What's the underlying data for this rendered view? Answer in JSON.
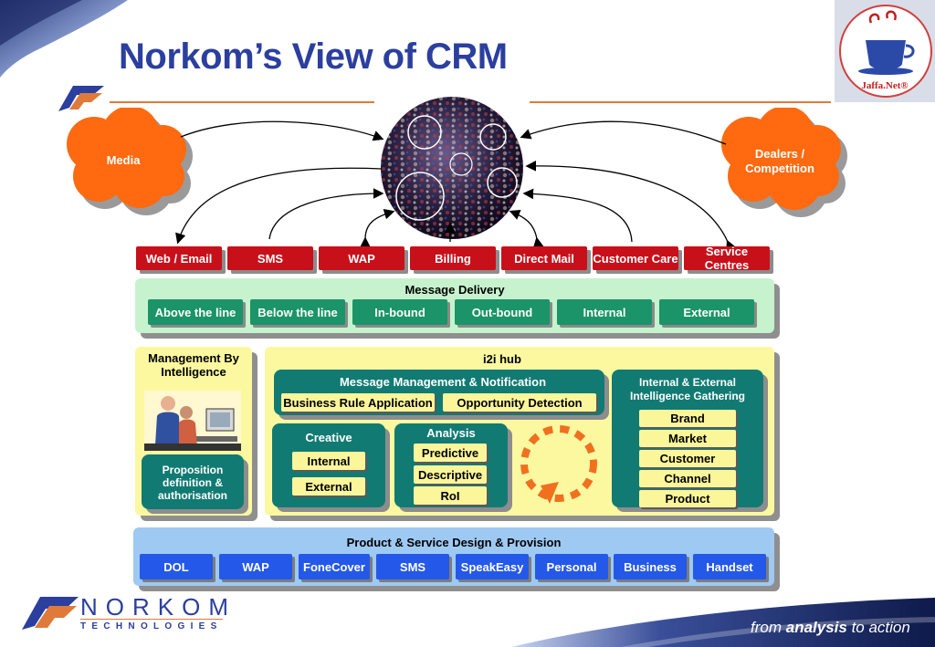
{
  "title": "Norkom’s View of CRM",
  "clouds": {
    "left": "Media",
    "right": "Dealers / Competition"
  },
  "channels": [
    "Web / Email",
    "SMS",
    "WAP",
    "Billing",
    "Direct Mail",
    "Customer Care",
    "Service Centres"
  ],
  "message_delivery": {
    "title": "Message Delivery",
    "items": [
      "Above the line",
      "Below the line",
      "In-bound",
      "Out-bound",
      "Internal",
      "External"
    ]
  },
  "management": {
    "title": "Management By Intelligence",
    "box": "Proposition definition & authorisation"
  },
  "hub": {
    "title": "i2i hub",
    "mm": {
      "title": "Message Management & Notification",
      "items": [
        "Business Rule Application",
        "Opportunity Detection"
      ]
    },
    "creative": {
      "title": "Creative",
      "items": [
        "Internal",
        "External"
      ]
    },
    "analysis": {
      "title": "Analysis",
      "items": [
        "Predictive",
        "Descriptive",
        "RoI"
      ]
    },
    "intel": {
      "title": "Internal & External Intelligence Gathering",
      "items": [
        "Brand",
        "Market",
        "Customer",
        "Channel",
        "Product"
      ]
    }
  },
  "product": {
    "title": "Product & Service Design & Provision",
    "items": [
      "DOL",
      "WAP",
      "FoneCover",
      "SMS",
      "SpeakEasy",
      "Personal",
      "Business",
      "Handset"
    ]
  },
  "logo": {
    "brand": "NORKOM",
    "sub": "TECHNOLOGIES"
  },
  "jaffa": "Jaffa.Net®",
  "tagline": {
    "prefix": "from ",
    "emph": "analysis",
    "suffix": " to action"
  },
  "colors": {
    "title": "#2b3f9e",
    "channel_red": "#c8101a",
    "delivery_green": "#1a9468",
    "hub_teal": "#117a73",
    "product_blue": "#2458e8",
    "cloud_orange": "#ff6a10"
  }
}
